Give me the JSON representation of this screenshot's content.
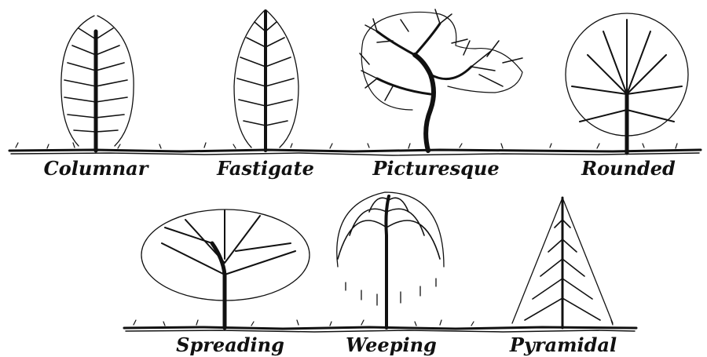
{
  "row1": [
    {
      "key": "columnar",
      "label": "Columnar"
    },
    {
      "key": "fastigate",
      "label": "Fastigate"
    },
    {
      "key": "picturesque",
      "label": "Picturesque"
    },
    {
      "key": "rounded",
      "label": "Rounded"
    }
  ],
  "row2": [
    {
      "key": "spreading",
      "label": "Spreading"
    },
    {
      "key": "weeping",
      "label": "Weeping"
    },
    {
      "key": "pyramidal",
      "label": "Pyramidal"
    }
  ],
  "colors": {
    "ink": "#111111",
    "background": "#ffffff"
  }
}
